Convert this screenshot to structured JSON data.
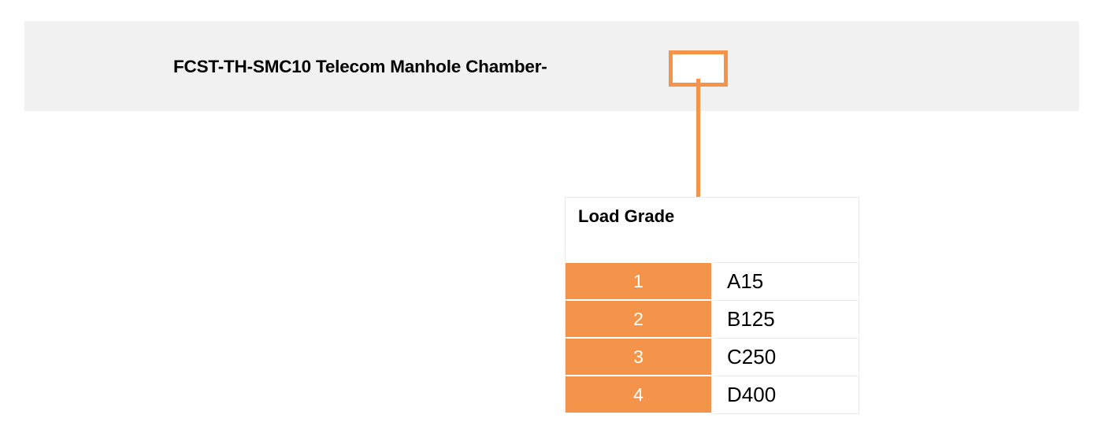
{
  "banner": {
    "title": "FCST-TH-SMC10 Telecom Manhole Chamber-",
    "background_color": "#f1f1f1"
  },
  "callout": {
    "value": "",
    "border_color": "#f4944a"
  },
  "connector": {
    "color": "#f4944a"
  },
  "table": {
    "header": "Load Grade",
    "accent_color": "#f4944a",
    "grid_color": "#ebebeb",
    "rows": [
      {
        "index": "1",
        "grade": "A15"
      },
      {
        "index": "2",
        "grade": "B125"
      },
      {
        "index": "3",
        "grade": "C250"
      },
      {
        "index": "4",
        "grade": "D400"
      }
    ]
  }
}
